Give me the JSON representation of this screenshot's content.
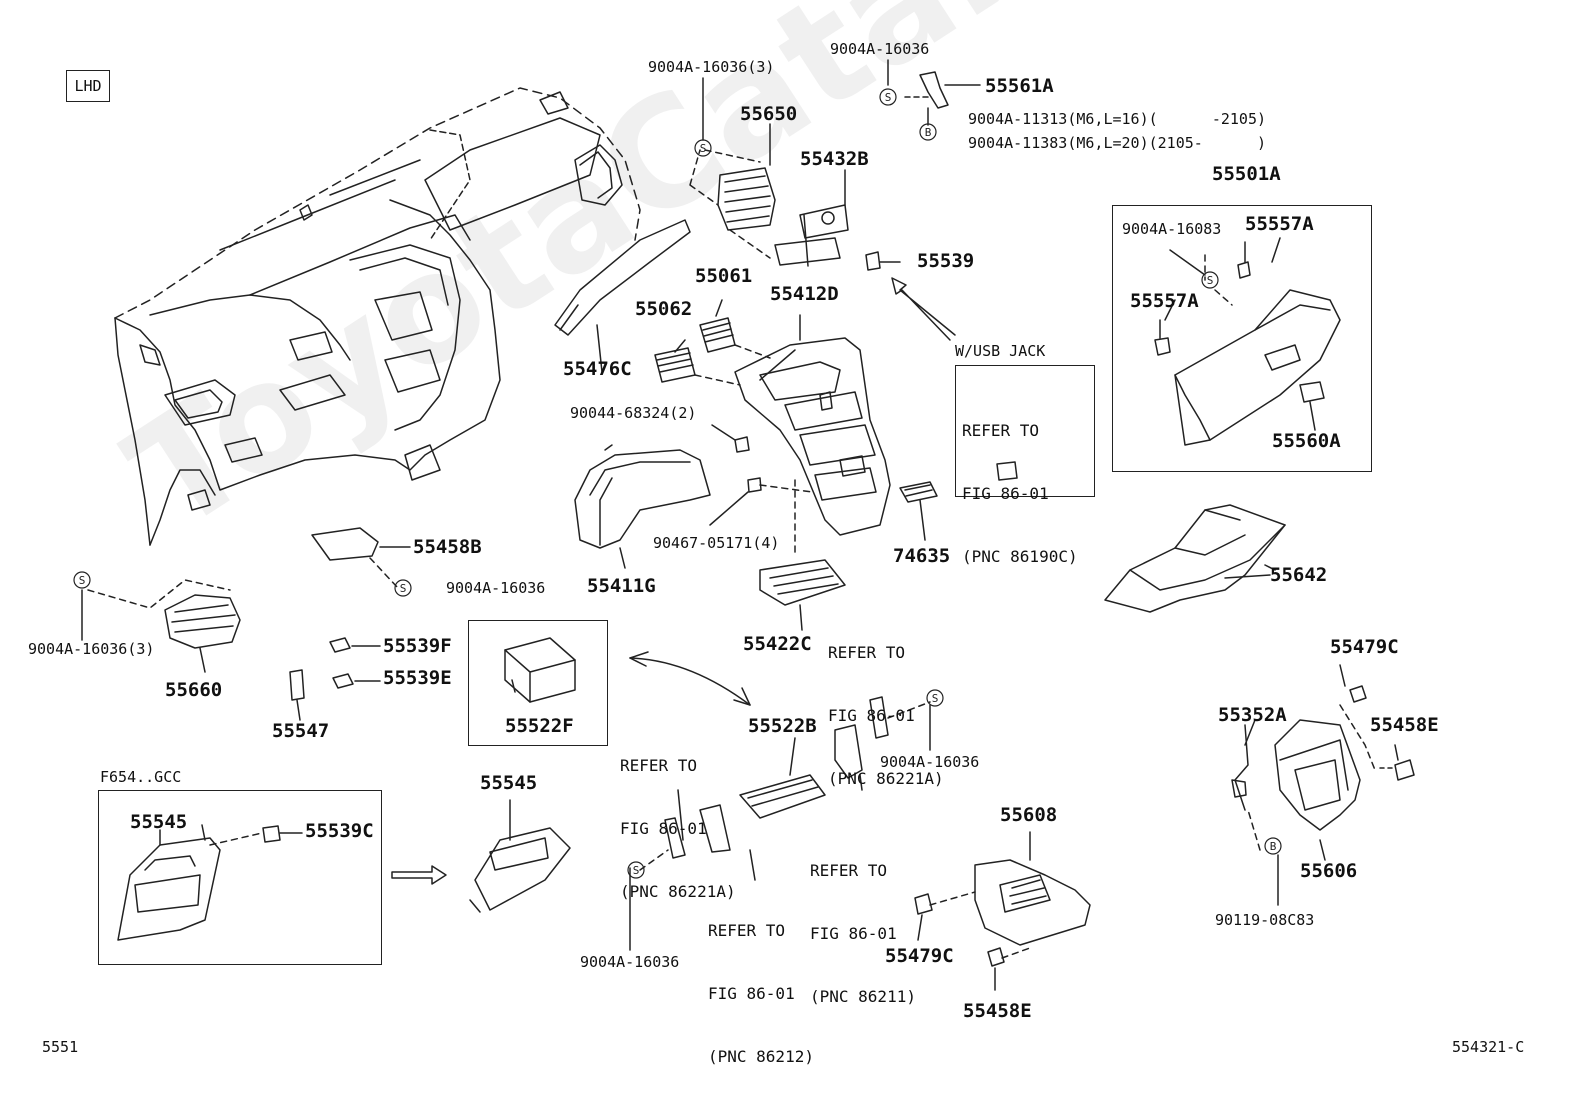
{
  "colors": {
    "line": "#222222",
    "background": "#ffffff",
    "watermark": "#f0f0f0"
  },
  "watermark": "ToyotaCatalog.ru",
  "header": {
    "lhd": "LHD"
  },
  "footer": {
    "left_code": "5551",
    "right_code": "554321-C"
  },
  "callouts": {
    "c_9004A_16036_3_top": "9004A-16036(3)",
    "c_9004A_16036_top": "9004A-16036",
    "c_55561A": "55561A",
    "c_9004A_11313": "9004A-11313(M6,L=16)(      -2105)",
    "c_9004A_11383": "9004A-11383(M6,L=20)(2105-      )",
    "c_55650": "55650",
    "c_55432B": "55432B",
    "c_55501A": "55501A",
    "c_9004A_16083": "9004A-16083",
    "c_55557A_right": "55557A",
    "c_55557A_left": "55557A",
    "c_55539": "55539",
    "c_55061": "55061",
    "c_55062": "55062",
    "c_55412D": "55412D",
    "c_w_usb_jack": "W/USB JACK",
    "c_55476C": "55476C",
    "c_55560A": "55560A",
    "c_90044_68324": "90044-68324(2)",
    "c_90467_05171": "90467-05171(4)",
    "c_55411G": "55411G",
    "c_74635": "74635",
    "c_55458B": "55458B",
    "c_9004A_16036_mid": "9004A-16036",
    "c_55642": "55642",
    "c_9004A_16036_3_left": "9004A-16036(3)",
    "c_55660": "55660",
    "c_55539F": "55539F",
    "c_55539E": "55539E",
    "c_55547": "55547",
    "c_55522F": "55522F",
    "c_55422C": "55422C",
    "c_55479C_right": "55479C",
    "c_55352A": "55352A",
    "c_55458E_right": "55458E",
    "c_55522B": "55522B",
    "c_9004A_16036_r": "9004A-16036",
    "c_f654_gcc": "F654..GCC",
    "c_55545_box": "55545",
    "c_55539C": "55539C",
    "c_55545": "55545",
    "c_55608": "55608",
    "c_55606": "55606",
    "c_90119_08C83": "90119-08C83",
    "c_9004A_16036_bottom": "9004A-16036",
    "c_55479C_bottom": "55479C",
    "c_55458E_bottom": "55458E"
  },
  "refs": {
    "usb": [
      "REFER TO",
      "FIG 86-01",
      "(PNC 86190C)"
    ],
    "r86221A_upper": [
      "REFER TO",
      "FIG 86-01",
      "(PNC 86221A)"
    ],
    "r86221A_lower": [
      "REFER TO",
      "FIG 86-01",
      "(PNC 86221A)"
    ],
    "r86211": [
      "REFER TO",
      "FIG 86-01",
      "(PNC 86211)"
    ],
    "r86212": [
      "REFER TO",
      "FIG 86-01",
      "(PNC 86212)"
    ]
  }
}
